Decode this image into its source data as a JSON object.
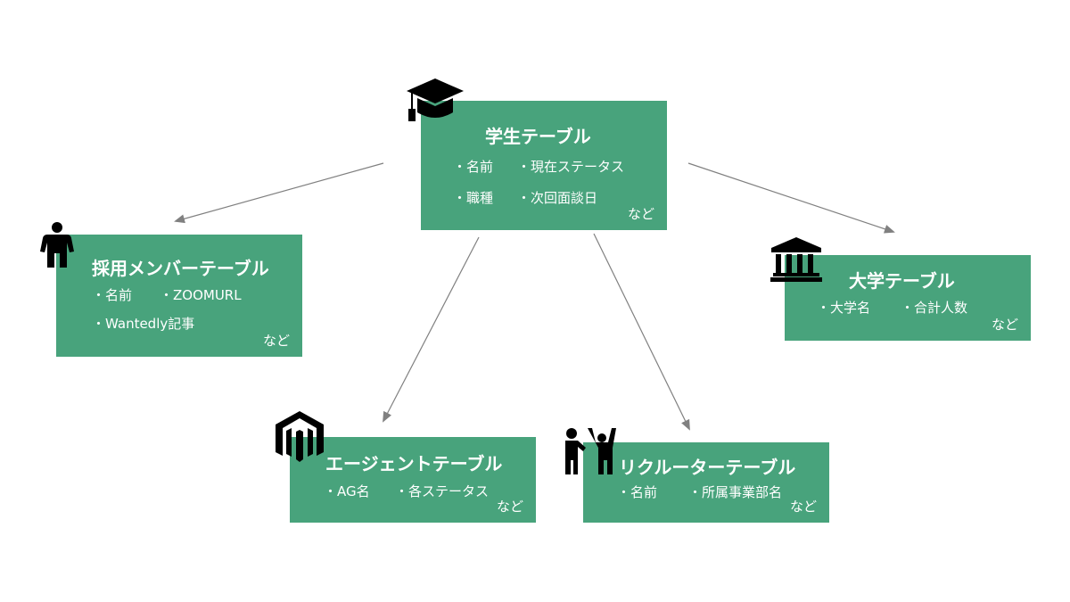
{
  "student": {
    "title": "学生テーブル",
    "items": [
      "・名前",
      "・現在ステータス",
      "・職種",
      "・次回面談日"
    ],
    "etc": "など"
  },
  "member": {
    "title": "採用メンバーテーブル",
    "items": [
      "・名前",
      "・ZOOMURL",
      "・Wantedly記事"
    ],
    "etc": "など"
  },
  "university": {
    "title": "大学テーブル",
    "items": [
      "・大学名",
      "・合計人数"
    ],
    "etc": "など"
  },
  "agent": {
    "title": "エージェントテーブル",
    "items": [
      "・AG名",
      "・各ステータス"
    ],
    "etc": "など"
  },
  "recruiter": {
    "title": "リクルーターテーブル",
    "items": [
      "・名前",
      "・所属事業部名"
    ],
    "etc": "など"
  },
  "icons": {
    "student": "graduation-cap-icon",
    "member": "person-icon",
    "university": "university-building-icon",
    "agent": "magento-logo-icon",
    "recruiter": "people-greeting-icon"
  },
  "colors": {
    "box": "#48a37c",
    "text": "#ffffff",
    "arrow": "#808080"
  }
}
